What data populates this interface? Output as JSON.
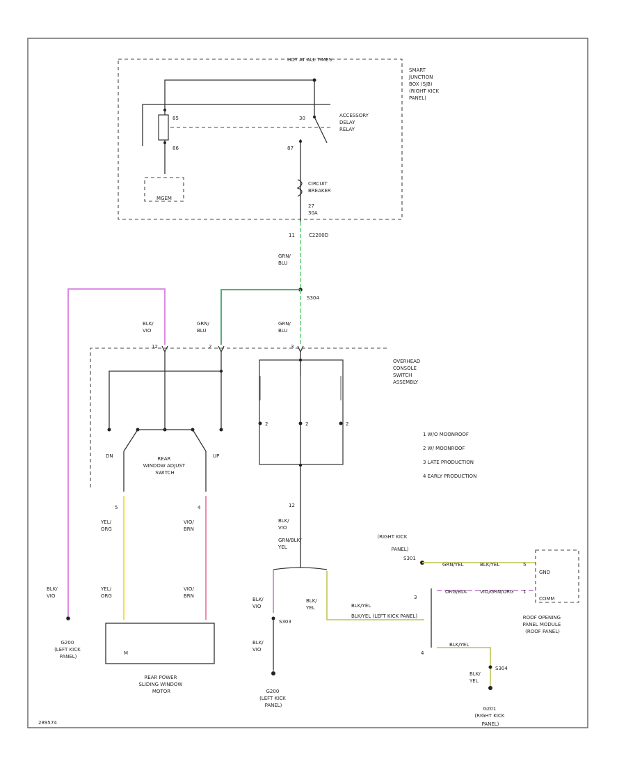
{
  "frame_id": "289574",
  "junction_box": {
    "header": "HOT AT ALL TIMES",
    "title_lines": [
      "SMART",
      "JUNCTION",
      "BOX (SJB)",
      "(RIGHT KICK",
      "PANEL)"
    ],
    "relay_pins": {
      "p1": "85",
      "p2": "86",
      "p3": "30",
      "p4": "87"
    },
    "relay_label_lines": [
      "ACCESSORY",
      "DELAY",
      "RELAY"
    ],
    "gem_label": "MGEM",
    "breaker_label_lines": [
      "CIRCUIT",
      "BREAKER",
      "27",
      "30A"
    ],
    "connector_pin": "11",
    "connector": "C2280D"
  },
  "wires": {
    "grn_blu": [
      "GRN/",
      "BLU"
    ],
    "splice_s304": "S304",
    "blk_vio": [
      "BLK/",
      "VIO"
    ],
    "yel_org": [
      "YEL/",
      "ORG"
    ],
    "vio_brn": [
      "VIO/",
      "BRN"
    ],
    "grn_blk_yel": [
      "GRN/BLK/",
      "YEL"
    ],
    "blk_yel": [
      "BLK/YEL"
    ],
    "blk_yel_short": [
      "BLK/",
      "YEL"
    ]
  },
  "overhead_console": {
    "label_lines": [
      "OVERHEAD",
      "CONSOLE",
      "SWITCH",
      "ASSEMBLY"
    ],
    "pins": {
      "left": "12",
      "mid": "2",
      "right": "3"
    },
    "sw_marks": [
      "2",
      "2",
      "2"
    ],
    "bottom_pin": "12"
  },
  "rear_window_switch": {
    "dn": "DN",
    "up": "UP",
    "label_lines": [
      "REAR",
      "WINDOW ADJUST",
      "SWITCH"
    ],
    "pin_left": "5",
    "pin_right": "4"
  },
  "motor": {
    "label_lines": [
      "REAR POWER",
      "SLIDING WINDOW",
      "MOTOR"
    ],
    "m": "M"
  },
  "grounds": {
    "g200_left_lines": [
      "G200",
      "(LEFT KICK",
      "PANEL)"
    ],
    "g200_mid_lines": [
      "G200",
      "(LEFT KICK",
      "PANEL)"
    ],
    "g201_lines": [
      "G201",
      "(RIGHT KICK",
      "PANEL)"
    ],
    "s303": "S303",
    "s304b": "S304"
  },
  "roof_module": {
    "right_kick_lines": [
      "(RIGHT KICK",
      "PANEL)"
    ],
    "node_s": "S301",
    "wire_top": "GRN/YEL",
    "wire_top2": "BLK/YEL",
    "pin_top": "5",
    "wire_mid": "ORG/BLK",
    "wire_mid2": "VIO/GRN/ORG",
    "pin_mid": "1",
    "lbl_gnd": "GND",
    "lbl_comm": "COMM",
    "label_lines": [
      "ROOF OPENING",
      "PANEL MODULE",
      "(ROOF PANEL)"
    ],
    "blk_yel_line": "BLK/YEL (LEFT KICK PANEL)",
    "pin_low": "4",
    "wire_low": "BLK/YEL"
  },
  "legend": [
    "1  W/O MOONROOF",
    "2  W/ MOONROOF",
    "3  LATE PRODUCTION",
    "4  EARLY PRODUCTION"
  ],
  "colors": {
    "grn_blu": "#7ad98a",
    "grn_solid": "#3aa56a",
    "violet": "#d87ee0",
    "yellow": "#f4e04a",
    "pink": "#f08aa6",
    "olive": "#c8cc66",
    "violet_dash": "#c98ad8"
  }
}
